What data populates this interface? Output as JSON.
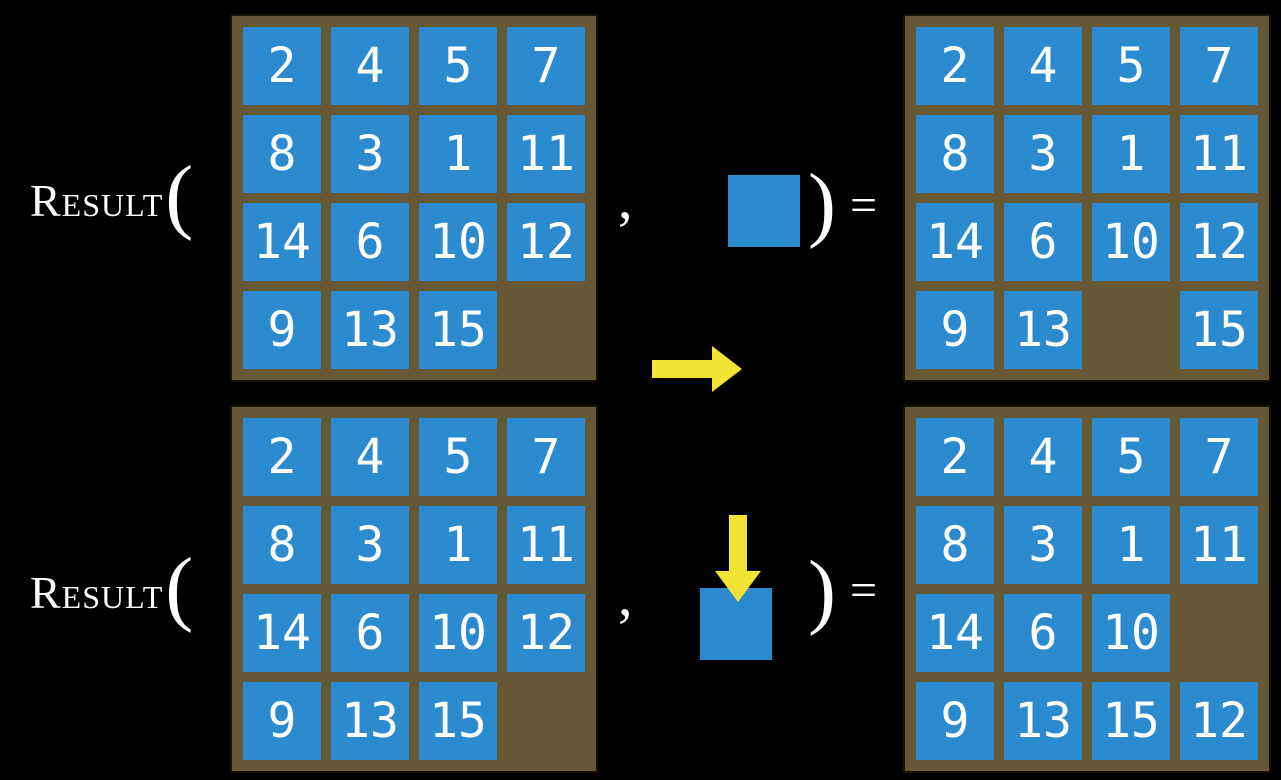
{
  "colors": {
    "background": "#000000",
    "board": "#655935",
    "board_border": "#16120a",
    "tile": "#2b8bce",
    "tile_text": "#ffffff",
    "arrow": "#f2e335",
    "text": "#ffffff"
  },
  "labels": {
    "function_name": "Result",
    "open_paren": "(",
    "comma": ",",
    "close_paren": ")",
    "equals": "="
  },
  "examples": [
    {
      "name": "slide-right-example",
      "move_icon": "arrow-right",
      "input_grid": [
        [
          "2",
          "4",
          "5",
          "7"
        ],
        [
          "8",
          "3",
          "1",
          "11"
        ],
        [
          "14",
          "6",
          "10",
          "12"
        ],
        [
          "9",
          "13",
          "15",
          ""
        ]
      ],
      "output_grid": [
        [
          "2",
          "4",
          "5",
          "7"
        ],
        [
          "8",
          "3",
          "1",
          "11"
        ],
        [
          "14",
          "6",
          "10",
          "12"
        ],
        [
          "9",
          "13",
          "",
          "15"
        ]
      ]
    },
    {
      "name": "slide-down-example",
      "move_icon": "arrow-down",
      "input_grid": [
        [
          "2",
          "4",
          "5",
          "7"
        ],
        [
          "8",
          "3",
          "1",
          "11"
        ],
        [
          "14",
          "6",
          "10",
          "12"
        ],
        [
          "9",
          "13",
          "15",
          ""
        ]
      ],
      "output_grid": [
        [
          "2",
          "4",
          "5",
          "7"
        ],
        [
          "8",
          "3",
          "1",
          "11"
        ],
        [
          "14",
          "6",
          "10",
          ""
        ],
        [
          "9",
          "13",
          "15",
          "12"
        ]
      ]
    }
  ]
}
